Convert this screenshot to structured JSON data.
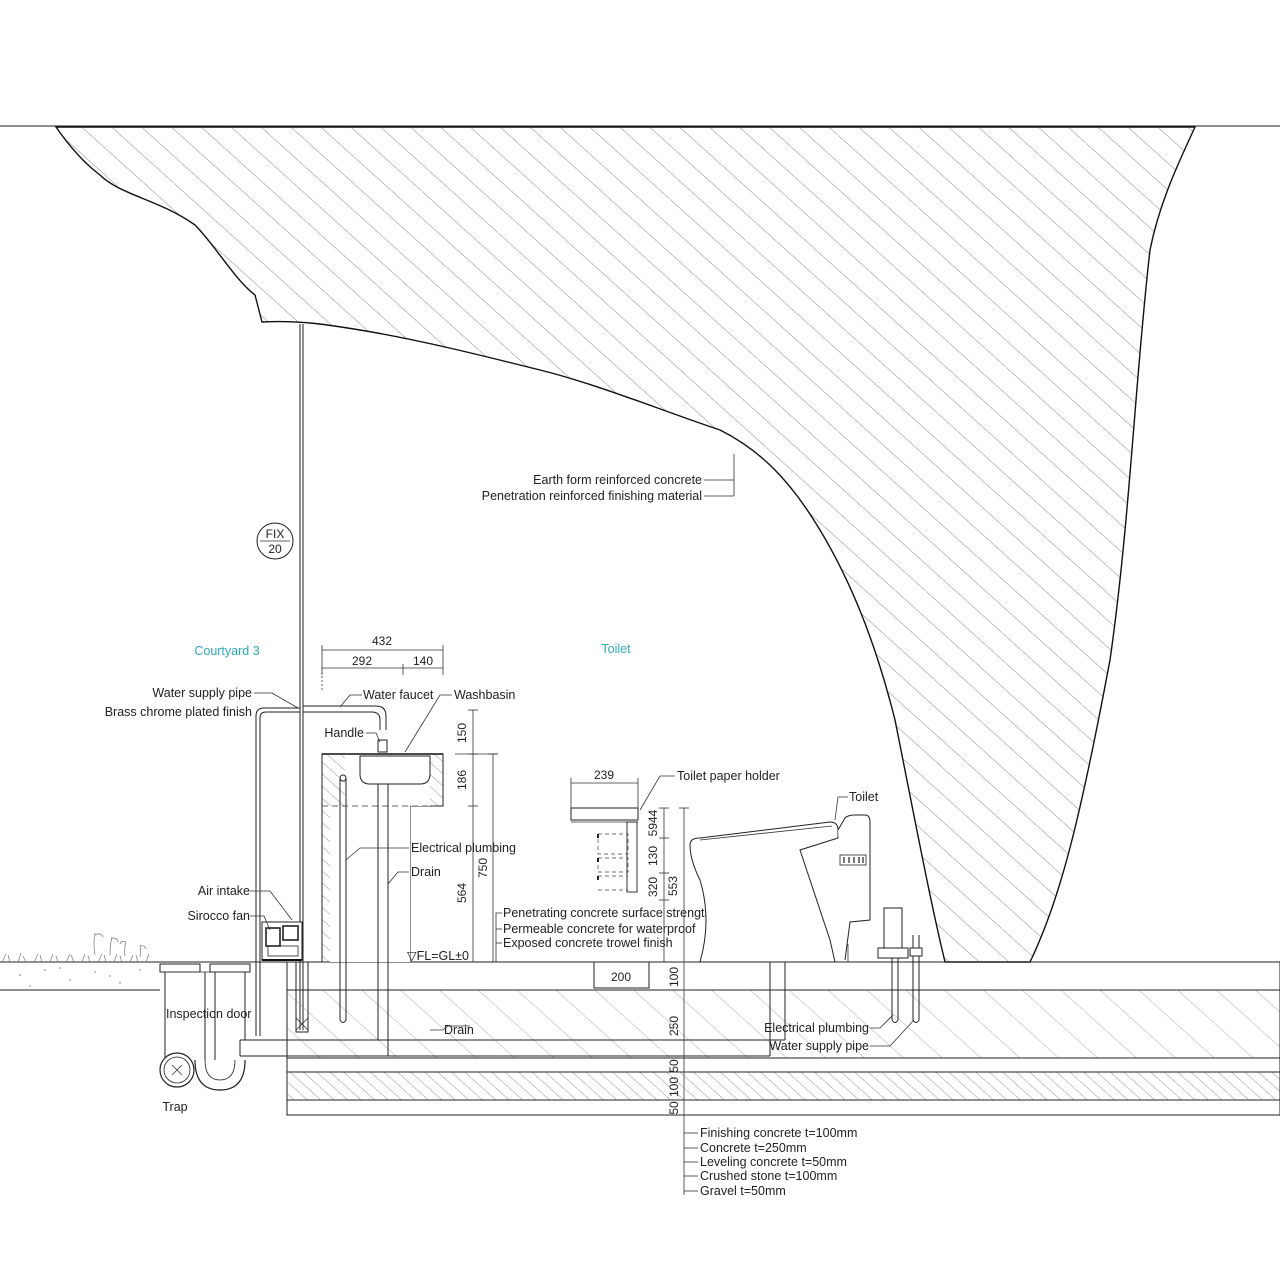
{
  "rooms": {
    "courtyard": "Courtyard 3",
    "toilet": "Toilet"
  },
  "shell_labels": {
    "line1": "Earth form reinforced concrete",
    "line2": "Penetration reinforced finishing material"
  },
  "fix_tag": {
    "top": "FIX",
    "bottom": "20"
  },
  "left_labels": {
    "water_supply_pipe": "Water supply pipe",
    "brass_finish": "Brass chrome plated finish",
    "air_intake": "Air intake",
    "sirocco_fan": "Sirocco fan",
    "inspection_door": "Inspection door",
    "trap": "Trap"
  },
  "basin_labels": {
    "water_faucet": "Water faucet",
    "washbasin": "Washbasin",
    "handle": "Handle",
    "electrical_plumbing": "Electrical plumbing",
    "drain": "Drain"
  },
  "floor_labels": {
    "line1": "Penetrating concrete surface strengthening agent",
    "line2": "Permeable  concrete for waterproof",
    "line3": "Exposed concrete trowel finish",
    "fl_mark": "▽FL=GL±0"
  },
  "toilet_labels": {
    "paper_holder": "Toilet paper holder",
    "toilet": "Toilet",
    "electrical_plumbing": "Electrical plumbing",
    "water_supply_pipe": "Water supply pipe",
    "drain_under": "Drain"
  },
  "dimensions": {
    "d432": "432",
    "d292": "292",
    "d140": "140",
    "d150": "150",
    "d186": "186",
    "d750": "750",
    "d564": "564",
    "d239": "239",
    "d5944": "5944",
    "d130": "130",
    "d320": "320",
    "d553": "553",
    "d200": "200",
    "d100": "100",
    "d250": "250",
    "d50a": "50",
    "d100b": "100",
    "d50b": "50"
  },
  "layers": [
    "Finishing concrete t=100mm",
    "Concrete t=250mm",
    "Leveling concrete t=50mm",
    "Crushed stone t=100mm",
    "Gravel t=50mm"
  ]
}
